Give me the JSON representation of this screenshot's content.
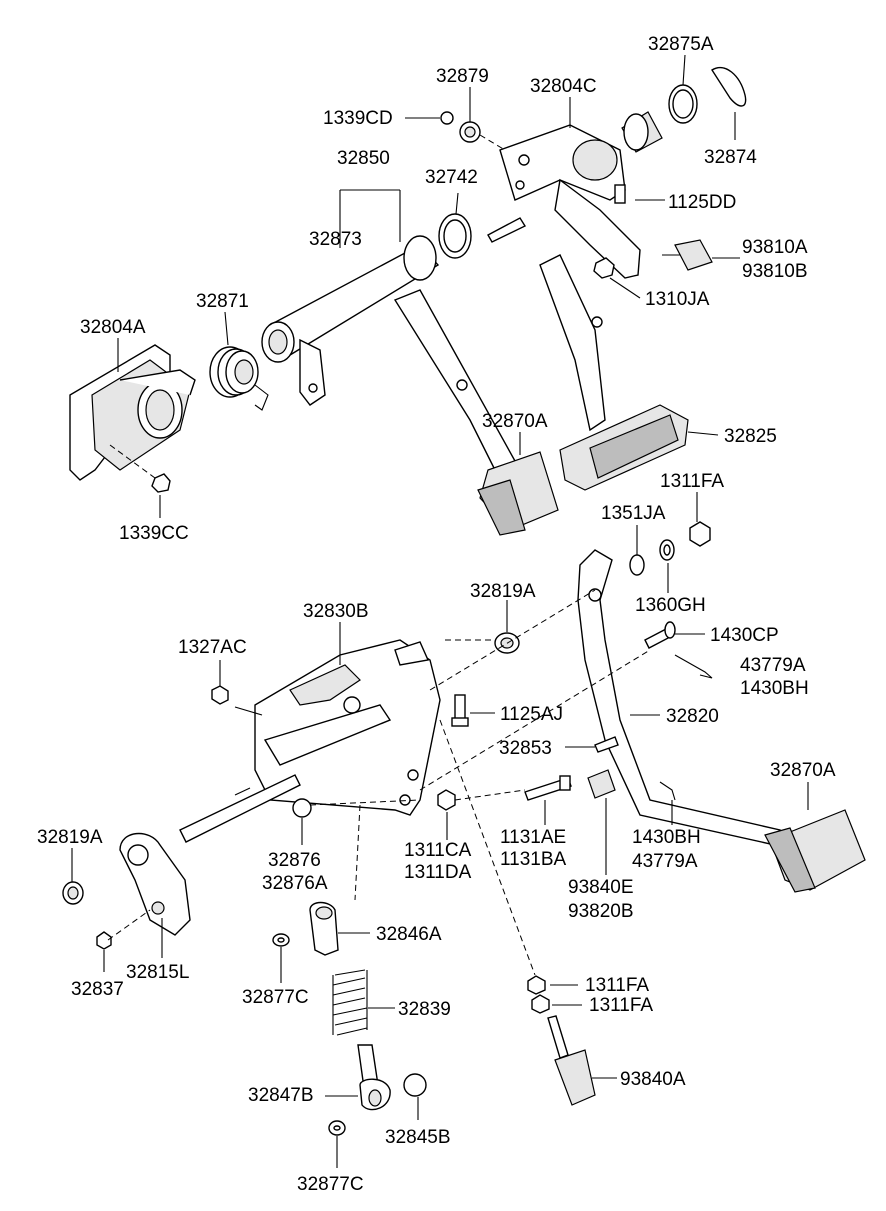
{
  "labels": {
    "p32875A": "32875A",
    "p32879": "32879",
    "p32804C": "32804C",
    "p1339CD": "1339CD",
    "p32874": "32874",
    "p32850": "32850",
    "p32742": "32742",
    "p1125DD": "1125DD",
    "p32873": "32873",
    "p93810A": "93810A",
    "p93810B": "93810B",
    "p1310JA": "1310JA",
    "p32871": "32871",
    "p32804A": "32804A",
    "p32870A_top": "32870A",
    "p32825": "32825",
    "p1311FA_top": "1311FA",
    "p1339CC": "1339CC",
    "p1351JA": "1351JA",
    "p1360GH": "1360GH",
    "p32819A_mid": "32819A",
    "p32830B": "32830B",
    "p1430CP": "1430CP",
    "p1327AC": "1327AC",
    "p43779A_a": "43779A",
    "p1430BH_a": "1430BH",
    "p1125AJ": "1125AJ",
    "p32820": "32820",
    "p32853": "32853",
    "p32870A_bot": "32870A",
    "p32819A_left": "32819A",
    "p1131AE": "1131AE",
    "p1131BA": "1131BA",
    "p1311CA": "1311CA",
    "p1311DA": "1311DA",
    "p1430BH_b": "1430BH",
    "p43779A_b": "43779A",
    "p32876": "32876",
    "p32876A": "32876A",
    "p93840E": "93840E",
    "p93820B": "93820B",
    "p32846A": "32846A",
    "p32837": "32837",
    "p32815L": "32815L",
    "p32877C_a": "32877C",
    "p1311FA_b1": "1311FA",
    "p1311FA_b2": "1311FA",
    "p32839": "32839",
    "p93840A": "93840A",
    "p32847B": "32847B",
    "p32845B": "32845B",
    "p32877C_b": "32877C"
  }
}
